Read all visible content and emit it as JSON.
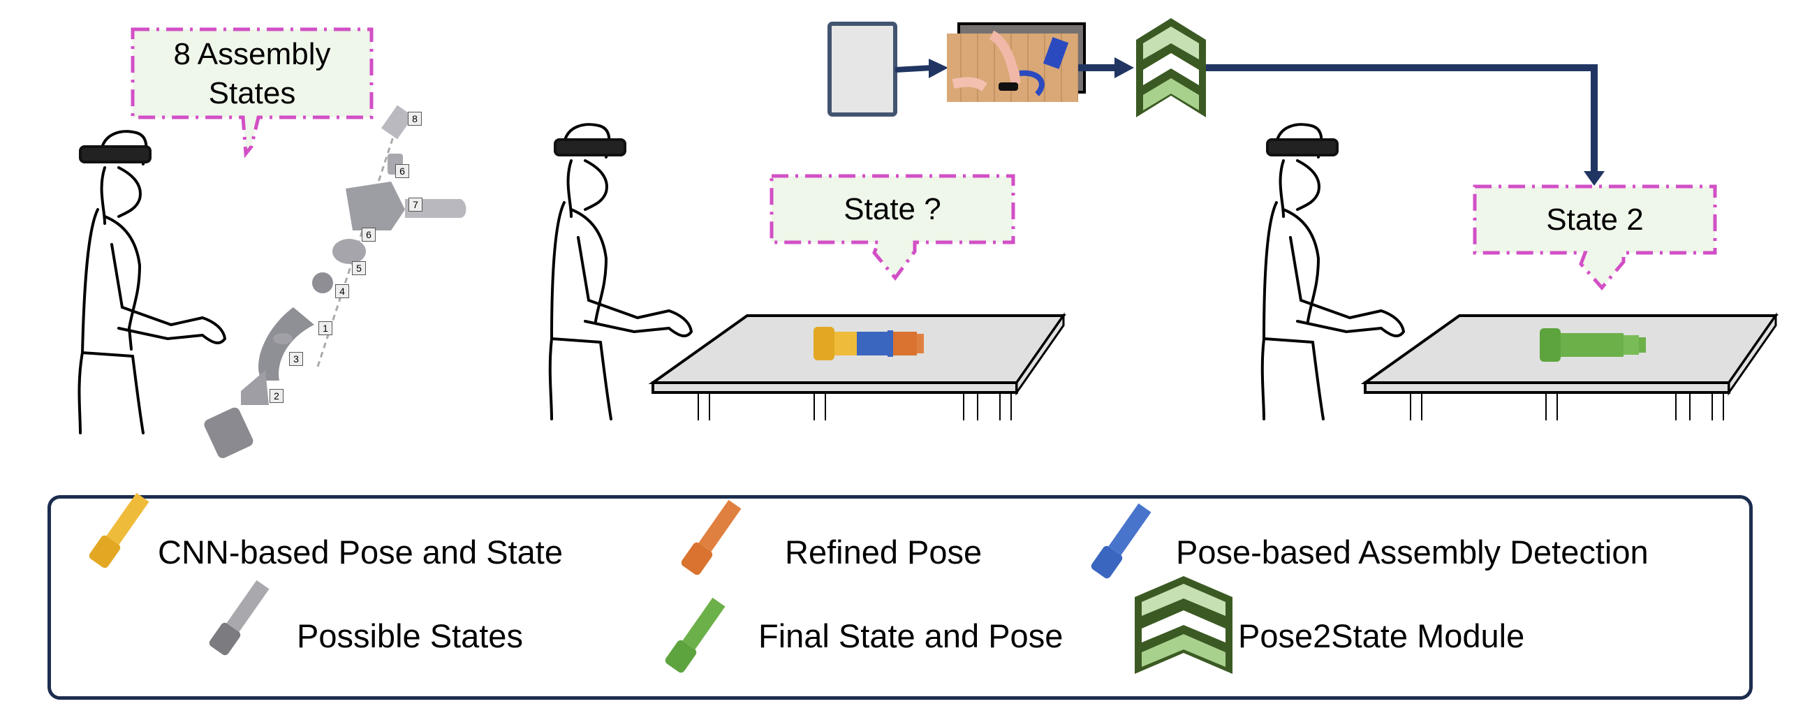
{
  "bubbles": {
    "assembly_states": {
      "line1": "8 Assembly",
      "line2": "States"
    },
    "unknown_state": {
      "text": "State ?"
    },
    "detected_state": {
      "text": "State 2"
    }
  },
  "exploded_view": {
    "part_labels": [
      "8",
      "6",
      "7",
      "6",
      "5",
      "4",
      "1",
      "3",
      "2"
    ]
  },
  "legend": {
    "items": [
      {
        "label": "CNN-based Pose and State",
        "icon": "yellow-part-icon",
        "color": "#e3a823"
      },
      {
        "label": "Refined Pose",
        "icon": "orange-part-icon",
        "color": "#d9732f"
      },
      {
        "label": "Pose-based Assembly Detection",
        "icon": "blue-part-icon",
        "color": "#3a66c0"
      },
      {
        "label": "Possible States",
        "icon": "gray-part-icon",
        "color": "#8a8a8a"
      },
      {
        "label": "Final State and Pose",
        "icon": "green-part-icon",
        "color": "#5ea43e"
      },
      {
        "label": "Pose2State Module",
        "icon": "chevron-module-icon",
        "color": "#3b5a23"
      }
    ]
  },
  "colors": {
    "bubble_fill": "#eff6ea",
    "bubble_border": "#d24fc6",
    "arrow": "#203562",
    "module_dark": "#3b5a23",
    "module_light": "#c6e0b4",
    "table_top": "#e0e0e0"
  }
}
